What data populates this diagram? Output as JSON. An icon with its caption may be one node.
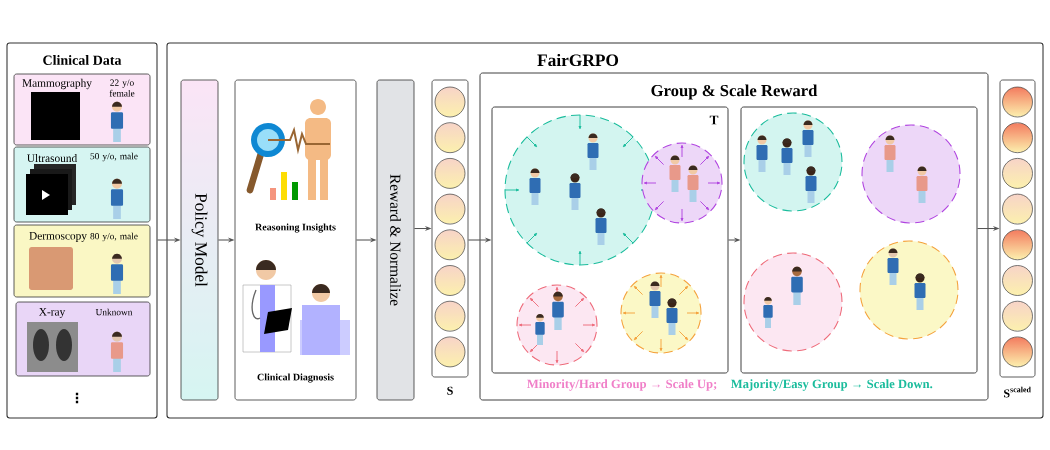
{
  "diagram": {
    "title": "FairGRPO",
    "nodes": [
      {
        "text": [
          "Clinical Data"
        ]
      },
      {
        "text": [
          "Mammography",
          "22 y/o female"
        ],
        "in": 0
      },
      {
        "text": [
          "Ultrasound",
          "50 y/o, male"
        ],
        "in": 0
      },
      {
        "text": [
          "Dermoscopy",
          "80 y/o, male"
        ],
        "in": 0
      },
      {
        "text": [
          "X-ray",
          "Unknown"
        ],
        "in": 0
      },
      {
        "text": [],
        "shape": "box"
      },
      {
        "text": [
          "Policy Model"
        ],
        "in": 5
      },
      {
        "text": [
          "Reasoning Insights",
          "Clinical Diagnosis"
        ],
        "in": 5
      },
      {
        "text": [
          "Reward & Normalize"
        ],
        "in": 5
      },
      {
        "text": [
          "S"
        ],
        "in": 5
      },
      {
        "text": [
          "Group & Scale Reward",
          "Minority/Hard Group → Scale Up;",
          "Majority/Easy Group → Scale Down."
        ],
        "in": 5
      },
      {
        "text": [
          "T"
        ],
        "in": 10
      },
      {
        "text": [],
        "shape": "box",
        "in": 10
      },
      {
        "text": [
          "S$^{scaled}$"
        ],
        "in": 5
      },
      {
        "text": [],
        "shape": "circle",
        "in": 11
      },
      {
        "text": [],
        "shape": "circle",
        "in": 11
      },
      {
        "text": [],
        "shape": "circle",
        "in": 11
      },
      {
        "text": [],
        "shape": "circle",
        "in": 11
      },
      {
        "text": [],
        "shape": "circle",
        "in": 12
      },
      {
        "text": [],
        "shape": "circle",
        "in": 12
      },
      {
        "text": [],
        "shape": "circle",
        "in": 12
      },
      {
        "text": [],
        "shape": "circle",
        "in": 12
      }
    ],
    "edges": [
      {
        "from": 0,
        "to": 6,
        "arrow": "to"
      },
      {
        "from": 6,
        "to": 7,
        "arrow": "to"
      },
      {
        "from": 7,
        "to": 8,
        "arrow": "to"
      },
      {
        "from": 8,
        "to": 9,
        "arrow": "to"
      },
      {
        "from": 9,
        "to": 11,
        "arrow": "to"
      },
      {
        "from": 11,
        "to": 12,
        "arrow": "to"
      },
      {
        "from": 12,
        "to": 13,
        "arrow": "to"
      }
    ],
    "labels": [
      "⋮"
    ]
  }
}
